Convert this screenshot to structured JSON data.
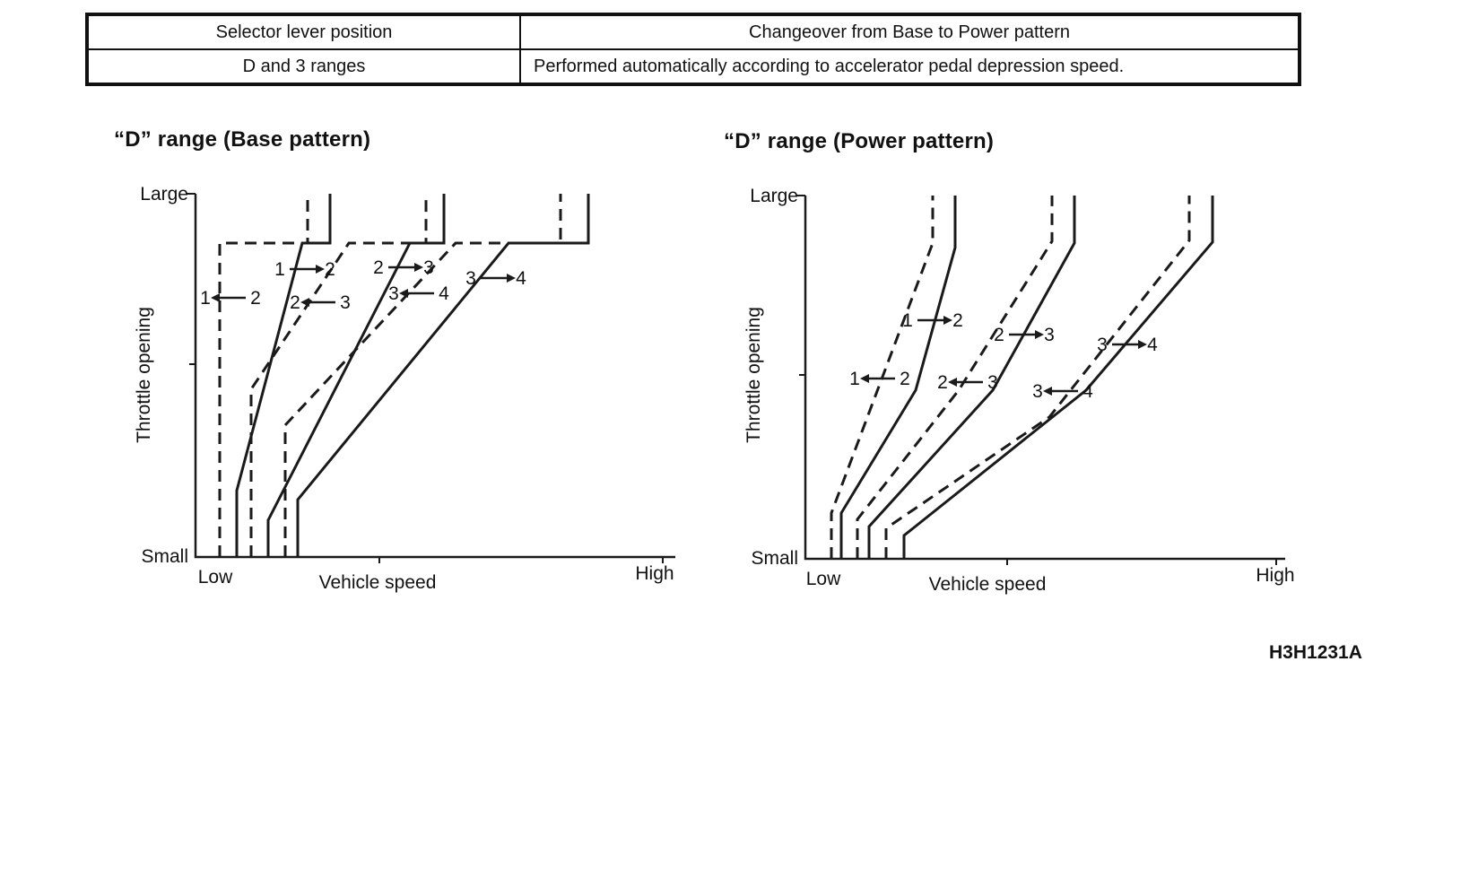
{
  "table": {
    "header": {
      "col1": "Selector lever position",
      "col2": "Changeover from Base to Power pattern"
    },
    "row": {
      "col1": "D and 3 ranges",
      "col2": "Performed automatically according to accelerator pedal depression speed."
    }
  },
  "figure_code": "H3H1231A",
  "charts": [
    {
      "title": "“D” range (Base pattern)",
      "y_axis_top": "Large",
      "y_axis_bottom": "Small",
      "y_label": "Throttle opening",
      "x_left": "Low",
      "x_right": "High",
      "x_label": "Vehicle speed",
      "shift_labels": [
        {
          "from": "1",
          "to": "2",
          "direction": "right",
          "meaning": "upshift 1 to 2"
        },
        {
          "from": "2",
          "to": "3",
          "direction": "right",
          "meaning": "upshift 2 to 3"
        },
        {
          "from": "3",
          "to": "4",
          "direction": "right",
          "meaning": "upshift 3 to 4"
        },
        {
          "from": "1",
          "to": "2",
          "direction": "left",
          "meaning": "downshift 2 to 1"
        },
        {
          "from": "2",
          "to": "3",
          "direction": "left",
          "meaning": "downshift 3 to 2"
        },
        {
          "from": "3",
          "to": "4",
          "direction": "left",
          "meaning": "downshift 4 to 3"
        }
      ],
      "lines": [
        {
          "name": "downshift-2-1-line",
          "style": "dashed",
          "points": [
            [
              132,
              445
            ],
            [
              132,
              95
            ],
            [
              230,
              95
            ],
            [
              230,
              40
            ]
          ]
        },
        {
          "name": "upshift-1-2-line",
          "style": "solid",
          "points": [
            [
              151,
              445
            ],
            [
              151,
              371
            ],
            [
              224,
              95
            ],
            [
              255,
              95
            ],
            [
              255,
              40
            ]
          ]
        },
        {
          "name": "downshift-3-2-line",
          "style": "dashed",
          "points": [
            [
              167,
              445
            ],
            [
              167,
              258
            ],
            [
              276,
              95
            ],
            [
              362,
              95
            ],
            [
              362,
              40
            ]
          ]
        },
        {
          "name": "upshift-2-3-line",
          "style": "solid",
          "points": [
            [
              186,
              445
            ],
            [
              186,
              404
            ],
            [
              344,
              95
            ],
            [
              382,
              95
            ],
            [
              382,
              40
            ]
          ]
        },
        {
          "name": "downshift-4-3-line",
          "style": "dashed",
          "points": [
            [
              205,
              445
            ],
            [
              205,
              298
            ],
            [
              395,
              95
            ],
            [
              512,
              95
            ],
            [
              512,
              40
            ]
          ]
        },
        {
          "name": "upshift-3-4-line",
          "style": "solid",
          "points": [
            [
              219,
              445
            ],
            [
              219,
              381
            ],
            [
              454,
              95
            ],
            [
              543,
              95
            ],
            [
              543,
              40
            ]
          ]
        }
      ]
    },
    {
      "title": "“D” range (Power pattern)",
      "y_axis_top": "Large",
      "y_axis_bottom": "Small",
      "y_label": "Throttle opening",
      "x_left": "Low",
      "x_right": "High",
      "x_label": "Vehicle speed",
      "shift_labels": [
        {
          "from": "1",
          "to": "2",
          "direction": "right",
          "meaning": "upshift 1 to 2"
        },
        {
          "from": "2",
          "to": "3",
          "direction": "right",
          "meaning": "upshift 2 to 3"
        },
        {
          "from": "3",
          "to": "4",
          "direction": "right",
          "meaning": "upshift 3 to 4"
        },
        {
          "from": "1",
          "to": "2",
          "direction": "left",
          "meaning": "downshift 2 to 1"
        },
        {
          "from": "2",
          "to": "3",
          "direction": "left",
          "meaning": "downshift 3 to 2"
        },
        {
          "from": "3",
          "to": "4",
          "direction": "left",
          "meaning": "downshift 4 to 3"
        }
      ],
      "lines": [
        {
          "name": "downshift-2-1-line",
          "style": "dashed",
          "points": [
            [
              134,
              445
            ],
            [
              134,
              394
            ],
            [
              247,
              93
            ],
            [
              247,
              40
            ]
          ]
        },
        {
          "name": "upshift-1-2-line",
          "style": "solid",
          "points": [
            [
              145,
              445
            ],
            [
              145,
              394
            ],
            [
              228,
              257
            ],
            [
              272,
              98
            ],
            [
              272,
              40
            ]
          ]
        },
        {
          "name": "downshift-3-2-line",
          "style": "dashed",
          "points": [
            [
              163,
              445
            ],
            [
              163,
              401
            ],
            [
              276,
              257
            ],
            [
              380,
              91
            ],
            [
              380,
              40
            ]
          ]
        },
        {
          "name": "upshift-2-3-line",
          "style": "solid",
          "points": [
            [
              176,
              445
            ],
            [
              176,
              409
            ],
            [
              314,
              257
            ],
            [
              405,
              93
            ],
            [
              405,
              40
            ]
          ]
        },
        {
          "name": "downshift-4-3-line",
          "style": "dashed",
          "points": [
            [
              195,
              445
            ],
            [
              195,
              411
            ],
            [
              377,
              287
            ],
            [
              533,
              90
            ],
            [
              533,
              40
            ]
          ]
        },
        {
          "name": "upshift-3-4-line",
          "style": "solid",
          "points": [
            [
              215,
              445
            ],
            [
              215,
              419
            ],
            [
              418,
              257
            ],
            [
              559,
              92
            ],
            [
              559,
              40
            ]
          ]
        }
      ]
    }
  ]
}
